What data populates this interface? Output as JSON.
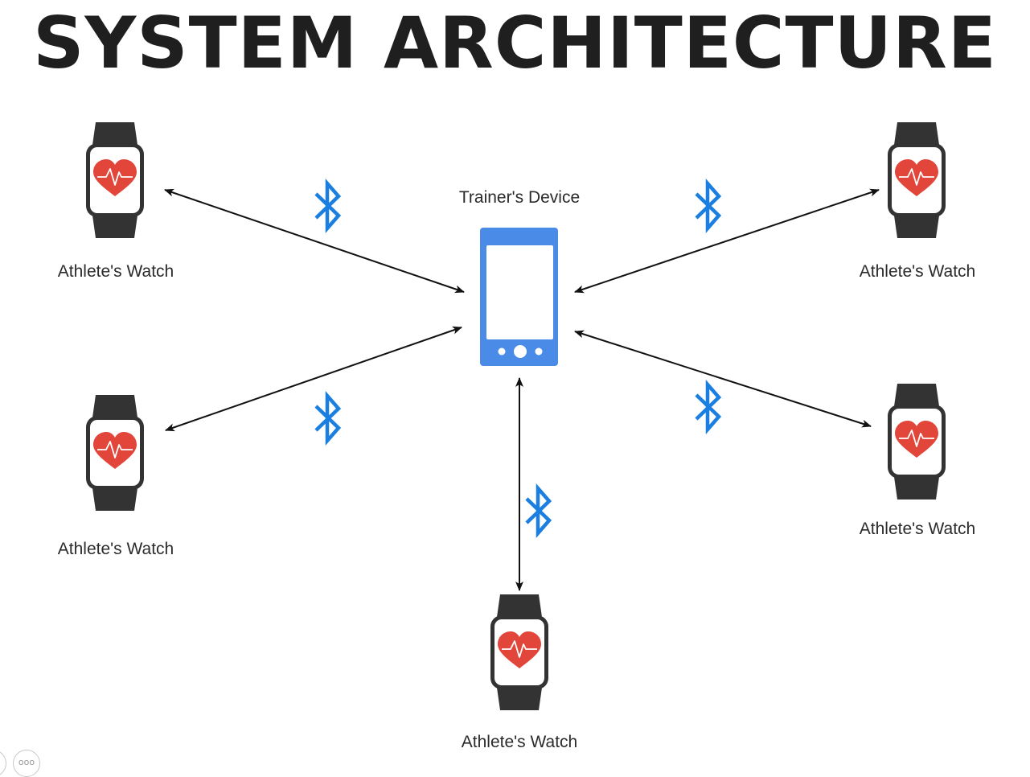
{
  "title": "SYSTEM ARCHITECTURE",
  "hub": {
    "label": "Trainer's Device",
    "color": "#4a8be8"
  },
  "watches": [
    {
      "label": "Athlete's Watch"
    },
    {
      "label": "Athlete's Watch"
    },
    {
      "label": "Athlete's Watch"
    },
    {
      "label": "Athlete's Watch"
    },
    {
      "label": "Athlete's Watch"
    }
  ],
  "connection_icon": "bluetooth-icon",
  "colors": {
    "bluetooth": "#1a7fe0",
    "heart": "#e2463a",
    "watch_band": "#333333",
    "arrow": "#111111"
  },
  "nav": {
    "more_label": "ooo"
  }
}
